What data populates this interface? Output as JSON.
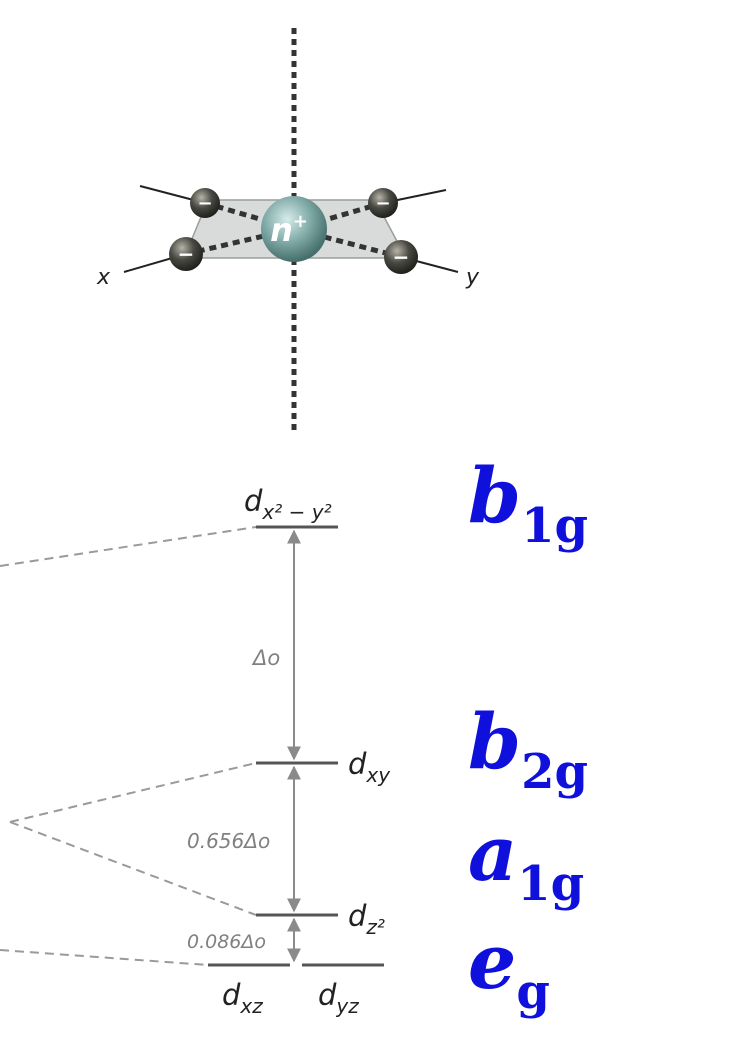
{
  "molecule": {
    "ion_label": "n",
    "ion_charge": "+",
    "axis_x_label": "x",
    "axis_y_label": "y",
    "ligand_charge": "−"
  },
  "levels": {
    "b1g": {
      "orbital_main": "d",
      "orbital_sub": "x² − y²",
      "symmetry_main": "b",
      "symmetry_sub": "1g"
    },
    "b2g": {
      "orbital_main": "d",
      "orbital_sub": "xy",
      "symmetry_main": "b",
      "symmetry_sub": "2g"
    },
    "a1g": {
      "orbital_main": "d",
      "orbital_sub": "z²",
      "symmetry_main": "a",
      "symmetry_sub": "1g"
    },
    "eg": {
      "orbital_left_main": "d",
      "orbital_left_sub": "xz",
      "orbital_right_main": "d",
      "orbital_right_sub": "yz",
      "symmetry_main": "e",
      "symmetry_sub": "g"
    }
  },
  "gaps": {
    "b1g_b2g": "Δo",
    "b2g_a1g": "0.656Δo",
    "a1g_eg": "0.086Δo"
  },
  "colors": {
    "symmetry_blue": "#1010dd",
    "level_line": "#555555",
    "dashed_line": "#9a9a9a",
    "gap_text": "#808080",
    "ion": "#7fa9a6",
    "ligand": "#4a4a44",
    "plane": "#d4d8d6"
  }
}
